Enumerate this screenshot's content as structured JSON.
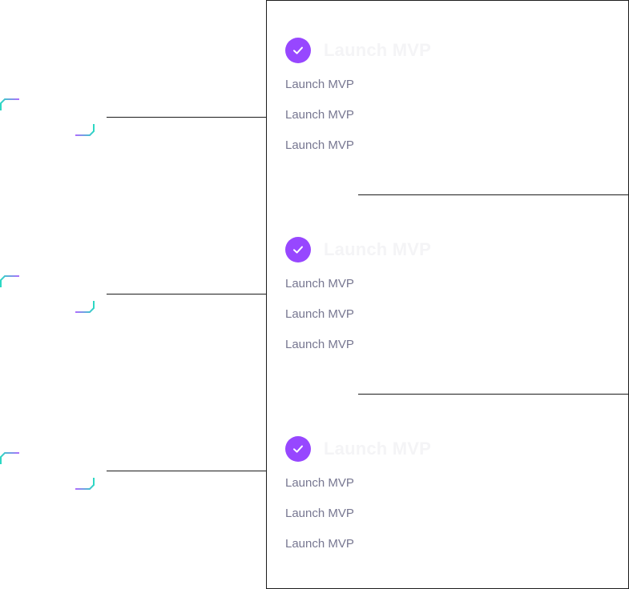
{
  "colors": {
    "accent_purple": "#9747ff",
    "accent_teal": "#2bd9c3",
    "item_text": "#777791",
    "title_text": "#f4f4f6",
    "border": "#1c1c1c"
  },
  "icons": {
    "badge": "check-icon",
    "marker": "bracket-corner-icon"
  },
  "cards": [
    {
      "title": "Launch MVP",
      "items": [
        "Launch MVP",
        "Launch MVP",
        "Launch MVP"
      ]
    },
    {
      "title": "Launch MVP",
      "items": [
        "Launch MVP",
        "Launch MVP",
        "Launch MVP"
      ]
    },
    {
      "title": "Launch MVP",
      "items": [
        "Launch MVP",
        "Launch MVP",
        "Launch MVP"
      ]
    }
  ]
}
